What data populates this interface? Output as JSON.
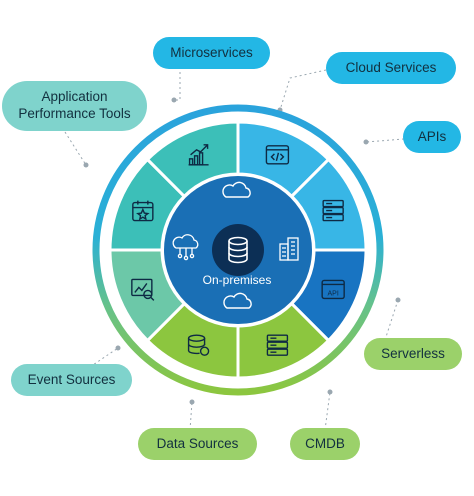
{
  "hub": {
    "label": "On-premises"
  },
  "callouts": {
    "microservices": "Microservices",
    "cloud_services": "Cloud Services",
    "apm_line1": "Application",
    "apm_line2": "Performance Tools",
    "apis": "APIs",
    "serverless": "Serverless",
    "event_sources": "Event Sources",
    "data_sources": "Data Sources",
    "cmdb": "CMDB"
  },
  "segment_icons": [
    "code-window-icon",
    "server-rack-icon",
    "api-window-icon",
    "server-rack-icon",
    "database-gear-icon",
    "analytics-search-icon",
    "calendar-star-icon",
    "growth-chart-icon"
  ],
  "hub_icons": [
    "database-icon",
    "cloud-icon",
    "cloud-network-icon",
    "buildings-icon"
  ],
  "colors": {
    "outer_ring_blue": "#2aa3dc",
    "outer_ring_green": "#8cc63f",
    "dark_blue_segment": "#1874c2",
    "light_blue_segment": "#38b6e6",
    "teal_segment": "#3cbfb8",
    "green_segment": "#8cc63f",
    "hub_dark": "#0e4d8c",
    "hub_mid": "#1a6fb5",
    "pill_cyan": "#23b7e5",
    "pill_teal": "#7fd3cc",
    "pill_green": "#9bd16a"
  }
}
